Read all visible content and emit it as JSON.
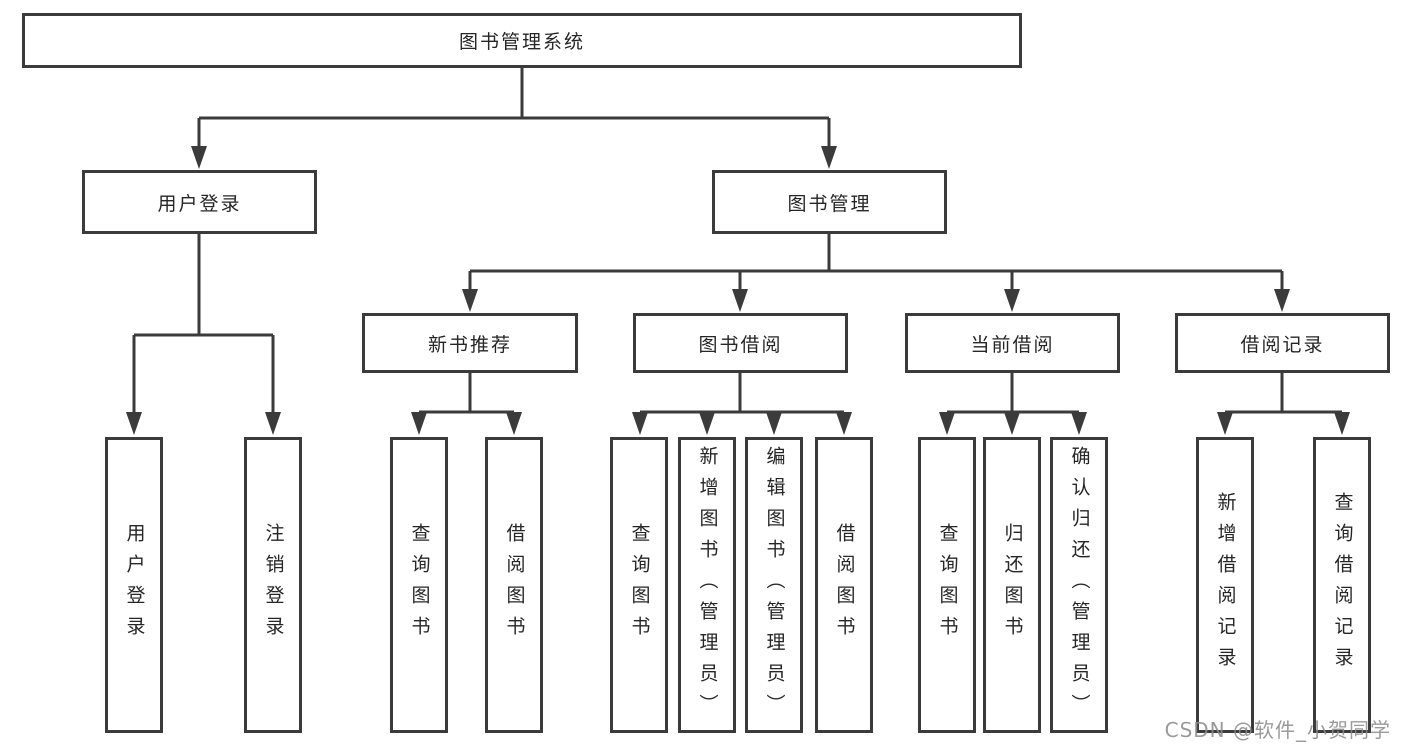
{
  "tree": {
    "root": {
      "label": "图书管理系统"
    },
    "branches": [
      {
        "label": "用户登录",
        "children": [
          {
            "label": "用户登录"
          },
          {
            "label": "注销登录"
          }
        ]
      },
      {
        "label": "图书管理",
        "children": [
          {
            "label": "新书推荐",
            "children": [
              {
                "label": "查询图书"
              },
              {
                "label": "借阅图书"
              }
            ]
          },
          {
            "label": "图书借阅",
            "children": [
              {
                "label": "查询图书"
              },
              {
                "label": "新增图书（管理员）"
              },
              {
                "label": "编辑图书（管理员）"
              },
              {
                "label": "借阅图书"
              }
            ]
          },
          {
            "label": "当前借阅",
            "children": [
              {
                "label": "查询图书"
              },
              {
                "label": "归还图书"
              },
              {
                "label": "确认归还（管理员）"
              }
            ]
          },
          {
            "label": "借阅记录",
            "children": [
              {
                "label": "新增借阅记录"
              },
              {
                "label": "查询借阅记录"
              }
            ]
          }
        ]
      }
    ]
  },
  "watermark": {
    "text": "CSDN @软件_小贺同学"
  },
  "colors": {
    "line": "#3b3b3b",
    "box_border": "#3b3b3b",
    "text": "#262626",
    "background": "#ffffff",
    "watermark": "#8c8c8c"
  }
}
